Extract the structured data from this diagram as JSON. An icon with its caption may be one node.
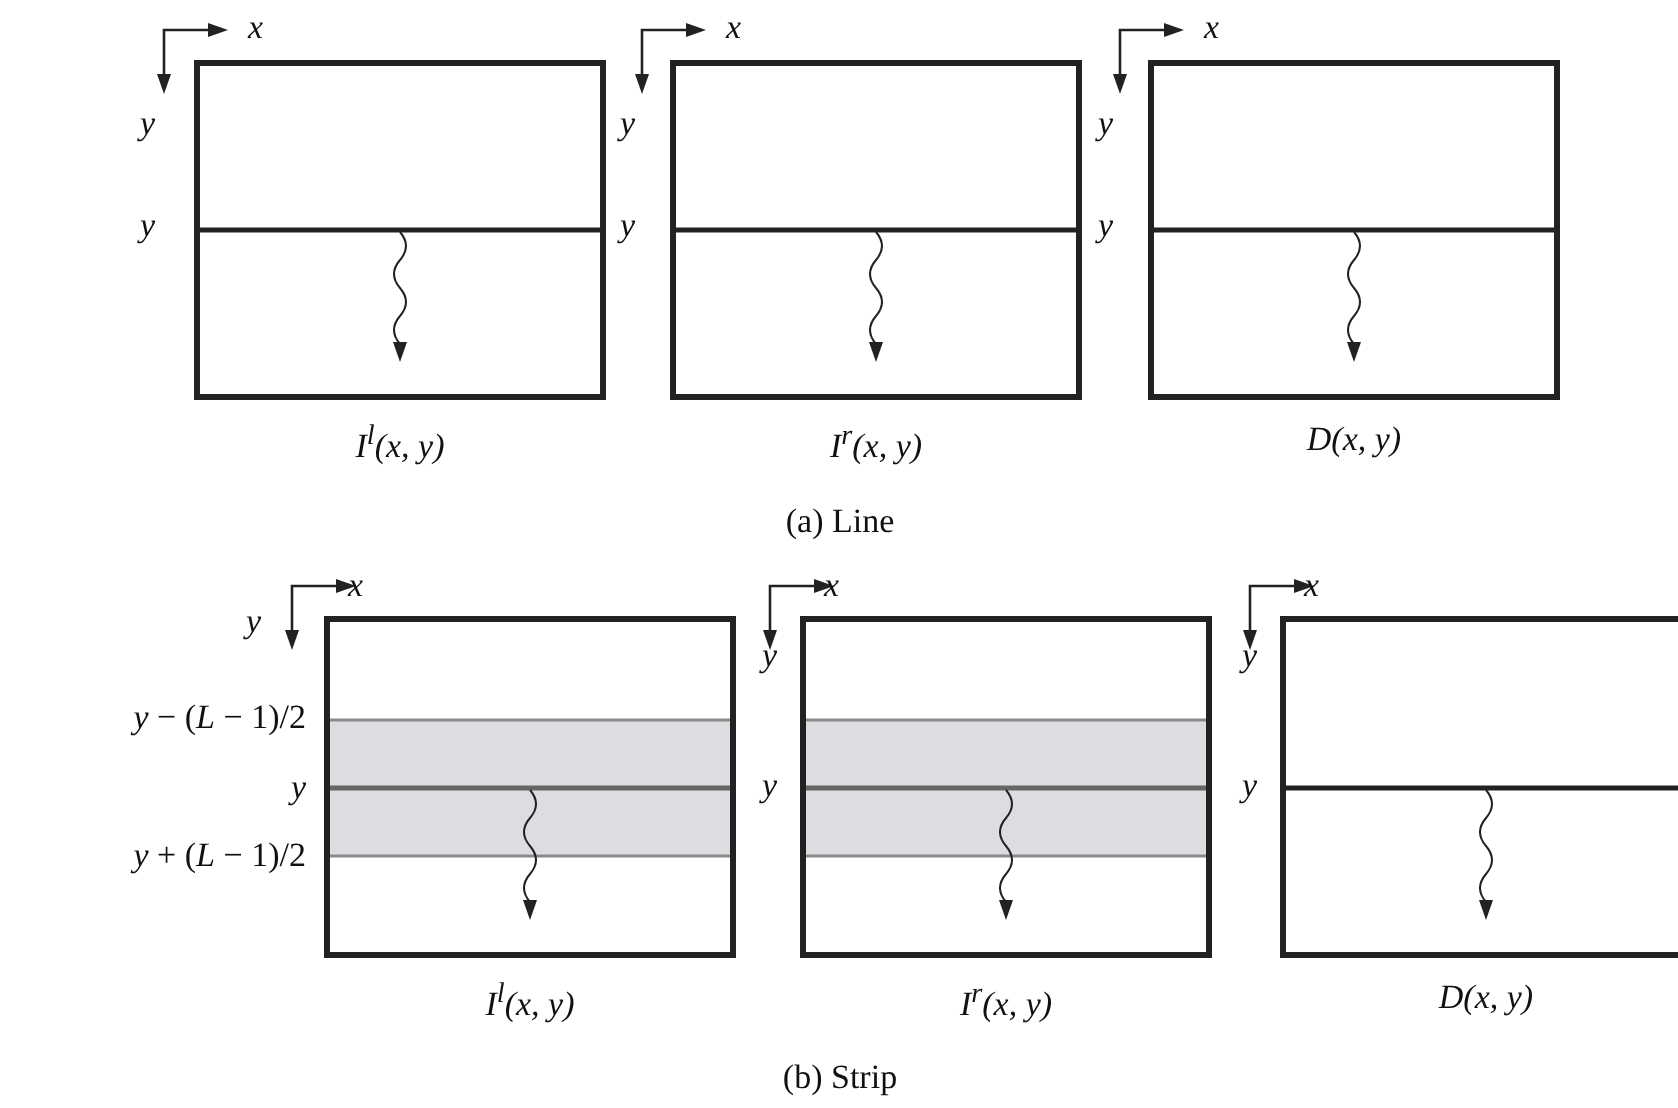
{
  "diagram": {
    "nodes": [
      {
        "text": [
          "I$^{l}$(x, y)"
        ]
      },
      {
        "text": [
          "I$^{r}$(x, y)"
        ]
      },
      {
        "text": [
          "D(x, y)"
        ]
      },
      {
        "text": [
          "I$^{l}$(x, y)"
        ]
      },
      {
        "text": [
          "I$^{r}$(x, y)"
        ]
      },
      {
        "text": [
          "D(x, y)"
        ]
      }
    ],
    "edges": [],
    "labels": [
      "x",
      "y",
      "y",
      "x",
      "y",
      "y",
      "x",
      "y",
      "y",
      "(a) Line",
      "x",
      "y",
      "*y* − (*L* − 1)/2",
      "y",
      "*y* + (*L* − 1)/2",
      "x",
      "y",
      "y",
      "x",
      "y",
      "y",
      "(b) Strip"
    ]
  }
}
